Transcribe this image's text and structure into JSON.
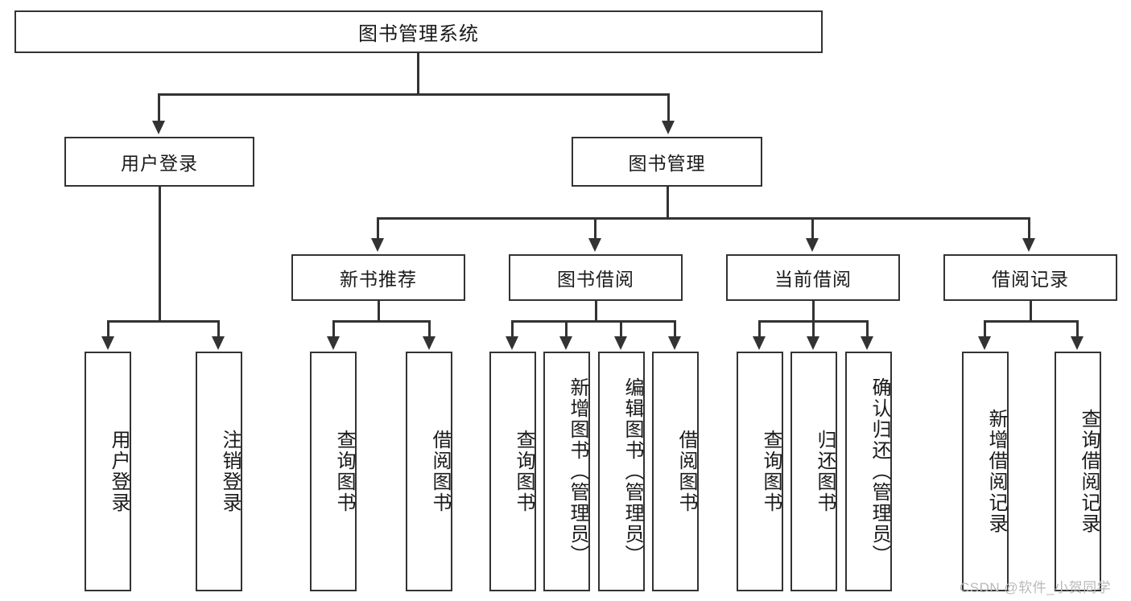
{
  "diagram": {
    "type": "tree",
    "title": "图书管理系统",
    "root": {
      "label": "图书管理系统"
    },
    "level2": [
      {
        "label": "用户登录"
      },
      {
        "label": "图书管理"
      }
    ],
    "level3": [
      {
        "label": "新书推荐"
      },
      {
        "label": "图书借阅"
      },
      {
        "label": "当前借阅"
      },
      {
        "label": "借阅记录"
      }
    ],
    "leaves": {
      "user_login": [
        {
          "label": "用户登录"
        },
        {
          "label": "注销登录"
        }
      ],
      "new_book_recommend": [
        {
          "label": "查询图书"
        },
        {
          "label": "借阅图书"
        }
      ],
      "book_borrow": [
        {
          "label": "查询图书"
        },
        {
          "label": "新增图书（管理员）"
        },
        {
          "label": "编辑图书（管理员）"
        },
        {
          "label": "借阅图书"
        }
      ],
      "current_borrow": [
        {
          "label": "查询图书"
        },
        {
          "label": "归还图书"
        },
        {
          "label": "确认归还（管理员）"
        }
      ],
      "borrow_record": [
        {
          "label": "新增借阅记录"
        },
        {
          "label": "查询借阅记录"
        }
      ]
    }
  },
  "watermark": {
    "text": "CSDN @软件_小贺同学"
  },
  "colors": {
    "line": "#333333",
    "box_fill": "#ffffff",
    "text": "#1a1a1a",
    "watermark": "#b9b9b9"
  }
}
